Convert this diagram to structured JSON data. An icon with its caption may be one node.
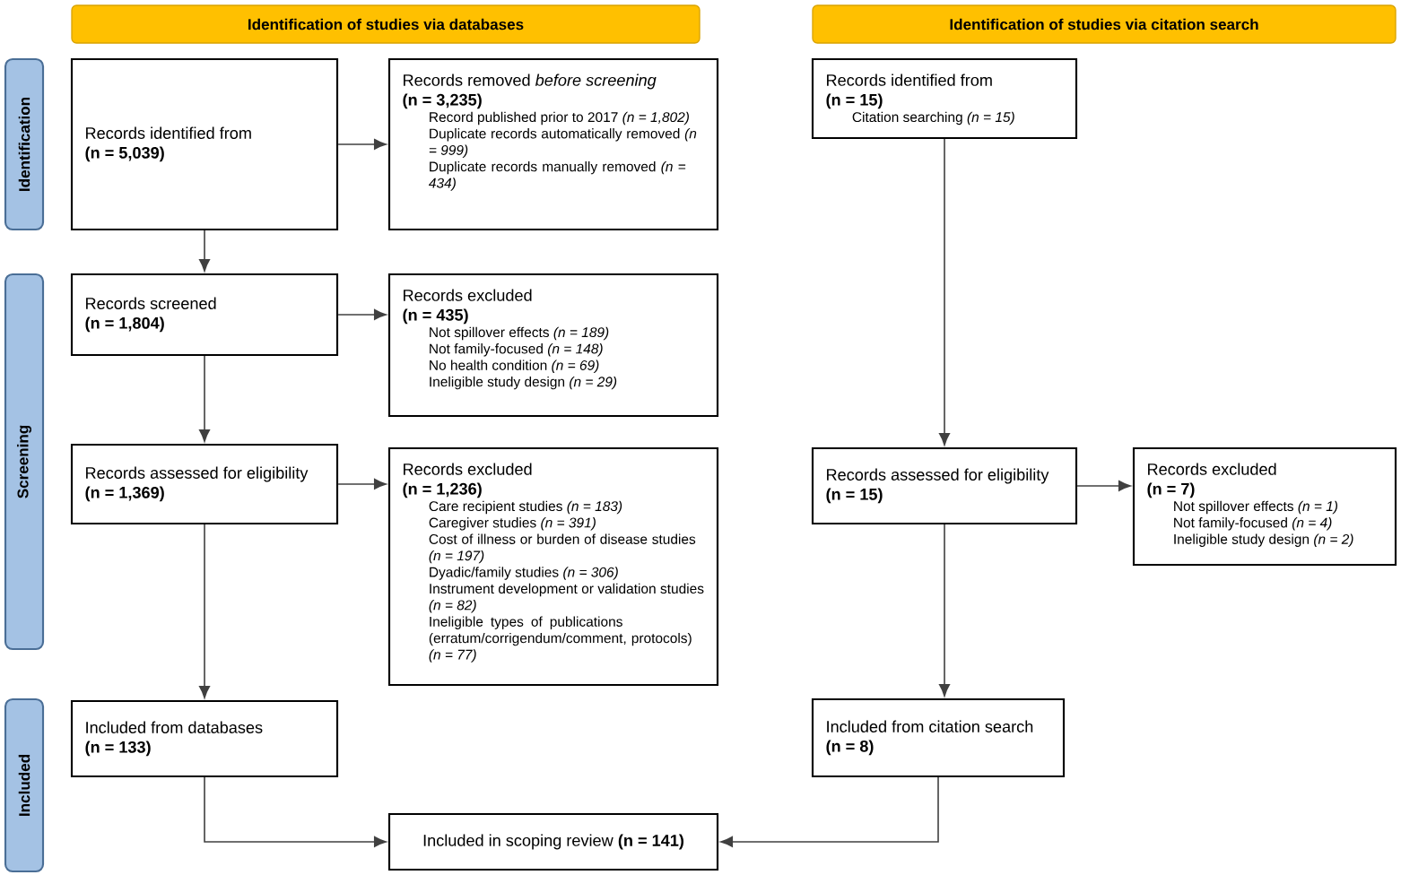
{
  "diagram": {
    "nodes": [
      {
        "text": [
          "Identification of studies via databases"
        ]
      },
      {
        "text": [
          "Identification of studies via citation search"
        ]
      },
      {
        "text": [
          "Identification"
        ]
      },
      {
        "text": [
          "Screening"
        ]
      },
      {
        "text": [
          "Included"
        ]
      },
      {
        "text": [
          "Records identified from",
          "(n = 5,039)"
        ]
      },
      {
        "text": [
          "Records removed *before screening*",
          "(n = 3,235)",
          "Record published prior to 2017 *(n = 1,802)*",
          "Duplicate records automatically removed *(n = 999)*",
          "Duplicate records manually removed *(n = 434)*"
        ]
      },
      {
        "text": [
          "Records screened",
          "(n = 1,804)"
        ]
      },
      {
        "text": [
          "Records excluded",
          "(n = 435)",
          "Not spillover effects *(n = 189)*",
          "Not family-focused *(n = 148)*",
          "No health condition *(n = 69)*",
          "Ineligible study design *(n = 29)*"
        ]
      },
      {
        "text": [
          "Records assessed for eligibility",
          "(n = 1,369)"
        ]
      },
      {
        "text": [
          "Records excluded",
          "(n = 1,236)",
          "Care recipient studies *(n = 183)*",
          "Caregiver studies *(n = 391)*",
          "Cost of illness or burden of disease studies *(n = 197)*",
          "Dyadic/family studies *(n = 306)*",
          "Instrument development or validation studies *(n = 82)*",
          "Ineligible types of publications (erratum/corrigendum/comment, protocols) *(n = 77)*"
        ]
      },
      {
        "text": [
          "Included from databases",
          "(n = 133)"
        ]
      },
      {
        "text": [
          "Records identified from",
          "(n = 15)",
          "Citation searching *(n = 15)*"
        ]
      },
      {
        "text": [
          "Records assessed for eligibility",
          "(n = 15)"
        ]
      },
      {
        "text": [
          "Records excluded",
          "(n = 7)",
          "Not spillover effects *(n = 1)*",
          "Not family-focused *(n = 4)*",
          "Ineligible study design *(n = 2)*"
        ]
      },
      {
        "text": [
          "Included from citation search",
          "(n = 8)"
        ]
      },
      {
        "text": [
          "Included in scoping review **(n = 141)**"
        ]
      }
    ],
    "edges": [
      {
        "from": 5,
        "to": 6,
        "arrow": "to"
      },
      {
        "from": 5,
        "to": 7,
        "arrow": "to"
      },
      {
        "from": 7,
        "to": 8,
        "arrow": "to"
      },
      {
        "from": 7,
        "to": 9,
        "arrow": "to"
      },
      {
        "from": 9,
        "to": 10,
        "arrow": "to"
      },
      {
        "from": 9,
        "to": 11,
        "arrow": "to"
      },
      {
        "from": 12,
        "to": 13,
        "arrow": "to"
      },
      {
        "from": 13,
        "to": 14,
        "arrow": "to"
      },
      {
        "from": 13,
        "to": 15,
        "arrow": "to"
      },
      {
        "from": 11,
        "to": 16,
        "arrow": "to"
      },
      {
        "from": 15,
        "to": 16,
        "arrow": "to"
      }
    ]
  }
}
